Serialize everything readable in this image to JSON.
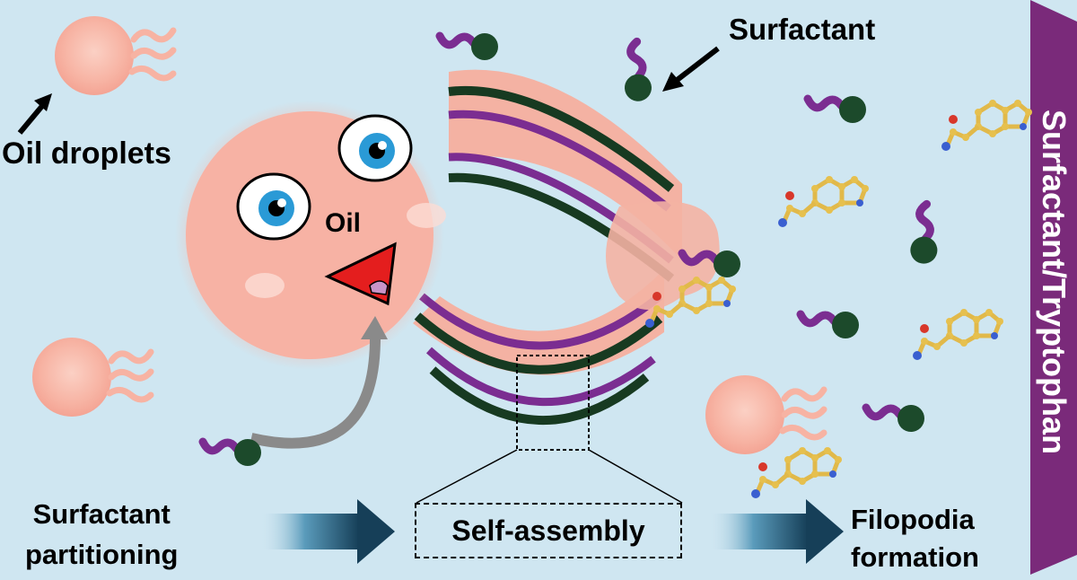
{
  "labels": {
    "oil_droplets": "Oil droplets",
    "surfactant": "Surfactant",
    "oil": "Oil",
    "partition_line1": "Surfactant",
    "partition_line2": "partitioning",
    "self_assembly": "Self-assembly",
    "filopodia_line1": "Filopodia",
    "filopodia_line2": "formation",
    "sidebar": "Surfactant/Tryptophan"
  },
  "colors": {
    "background": "#cfe6f1",
    "oil": "#f7b2a4",
    "surfactant_tail": "#7b2d91",
    "surfactant_head": "#1c4a2b",
    "membrane_dark": "#173a21",
    "sidebar": "#7a2a7a",
    "arrow_grey": "#8a8a8a",
    "mouth": "#e41e1e",
    "eye_iris": "#2a9ad6"
  },
  "icons": [
    "oil-droplet-icon",
    "surfactant-molecule-icon",
    "tryptophan-molecule-icon",
    "cartoon-face-icon"
  ]
}
